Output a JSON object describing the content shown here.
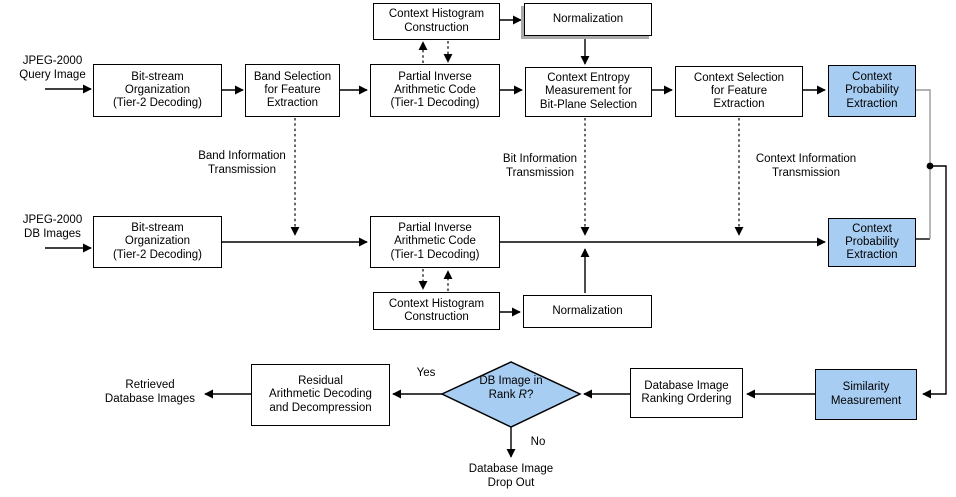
{
  "diagram": {
    "inputs": {
      "query": "JPEG-2000\nQuery Image",
      "db": "JPEG-2000\nDB Images"
    },
    "nodes": {
      "context_histogram_top": "Context Histogram\nConstruction",
      "normalization_top": "Normalization",
      "bitstream_org_query": "Bit-stream\nOrganization\n(Tier-2 Decoding)",
      "band_selection": "Band Selection\nfor Feature\nExtraction",
      "partial_inverse_query": "Partial Inverse\nArithmetic Code\n(Tier-1 Decoding)",
      "context_entropy": "Context Entropy\nMeasurement for\nBit-Plane Selection",
      "context_selection": "Context Selection\nfor Feature\nExtraction",
      "context_probability_query": "Context\nProbability\nExtraction",
      "bitstream_org_db": "Bit-stream\nOrganization\n(Tier-2 Decoding)",
      "partial_inverse_db": "Partial Inverse\nArithmetic Code\n(Tier-1 Decoding)",
      "context_probability_db": "Context\nProbability\nExtraction",
      "context_histogram_bottom": "Context Histogram\nConstruction",
      "normalization_bottom": "Normalization",
      "residual_decoding": "Residual\nArithmetic Decoding\nand Decompression",
      "ranking_ordering": "Database Image\nRanking Ordering",
      "similarity": "Similarity\nMeasurement"
    },
    "decision": {
      "line1": "DB Image in",
      "rank_prefix": "Rank ",
      "rank_var": "R",
      "rank_suffix": "?"
    },
    "edge_labels": {
      "band_info": "Band Information\nTransmission",
      "bit_info": "Bit Information\nTransmission",
      "context_info": "Context Information\nTransmission",
      "yes": "Yes",
      "no": "No"
    },
    "outputs": {
      "retrieved": "Retrieved\nDatabase Images",
      "drop_out": "Database Image\nDrop Out"
    },
    "colors": {
      "highlight_fill": "#A8CDF2",
      "box_fill": "#FFFFFF",
      "line": "#000000",
      "gray_line": "#999999"
    }
  }
}
